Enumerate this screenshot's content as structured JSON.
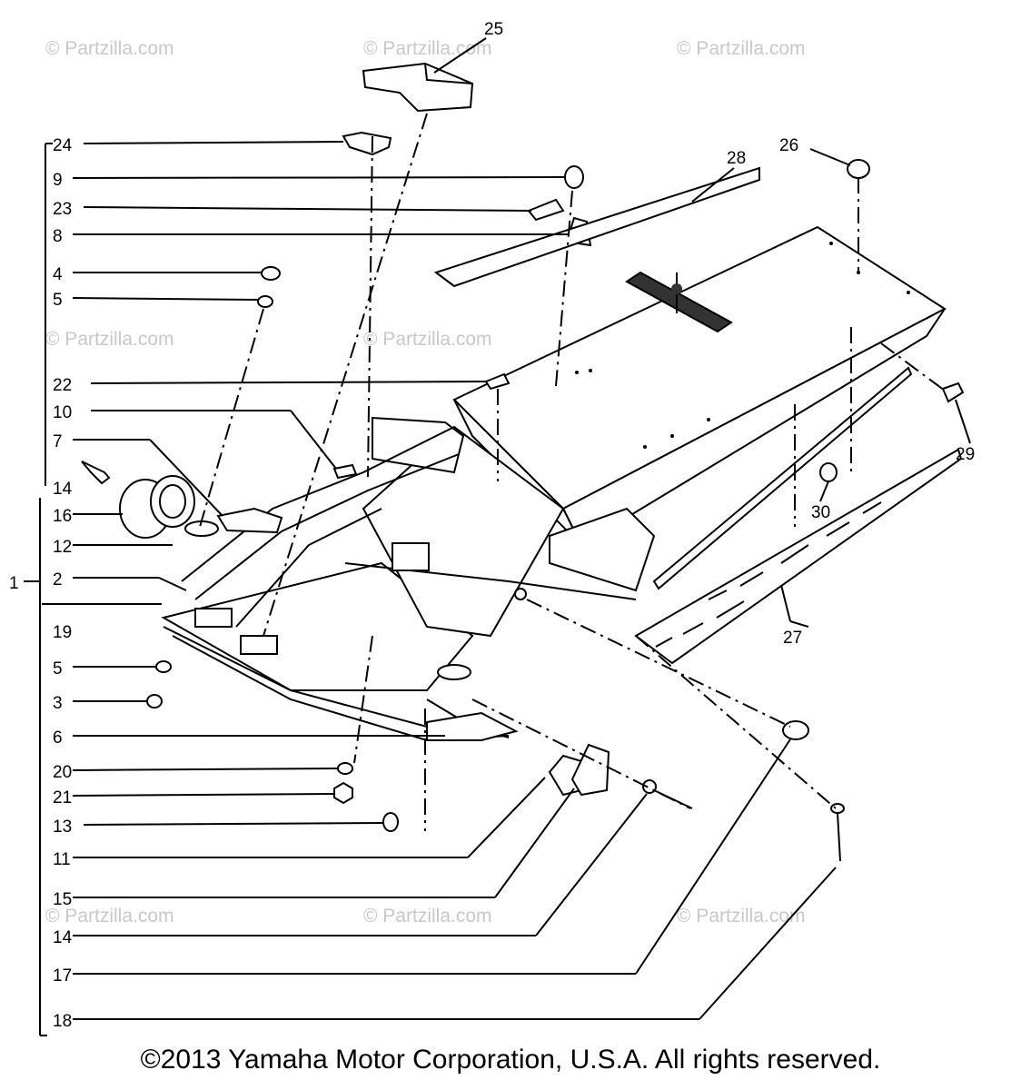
{
  "watermark": "© Partzilla.com",
  "copyright": "©2013 Yamaha Motor Corporation, U.S.A. All rights reserved.",
  "callouts": {
    "n1": "1",
    "n2": "2",
    "n3": "3",
    "n4": "4",
    "n5a": "5",
    "n5b": "5",
    "n6": "6",
    "n7": "7",
    "n8": "8",
    "n9": "9",
    "n10": "10",
    "n11": "11",
    "n12": "12",
    "n13": "13",
    "n14a": "14",
    "n14b": "14",
    "n15": "15",
    "n16": "16",
    "n17": "17",
    "n18": "18",
    "n19": "19",
    "n20": "20",
    "n21": "21",
    "n22": "22",
    "n23": "23",
    "n24": "24",
    "n25": "25",
    "n26": "26",
    "n27": "27",
    "n28": "28",
    "n29": "29",
    "n30": "30"
  }
}
